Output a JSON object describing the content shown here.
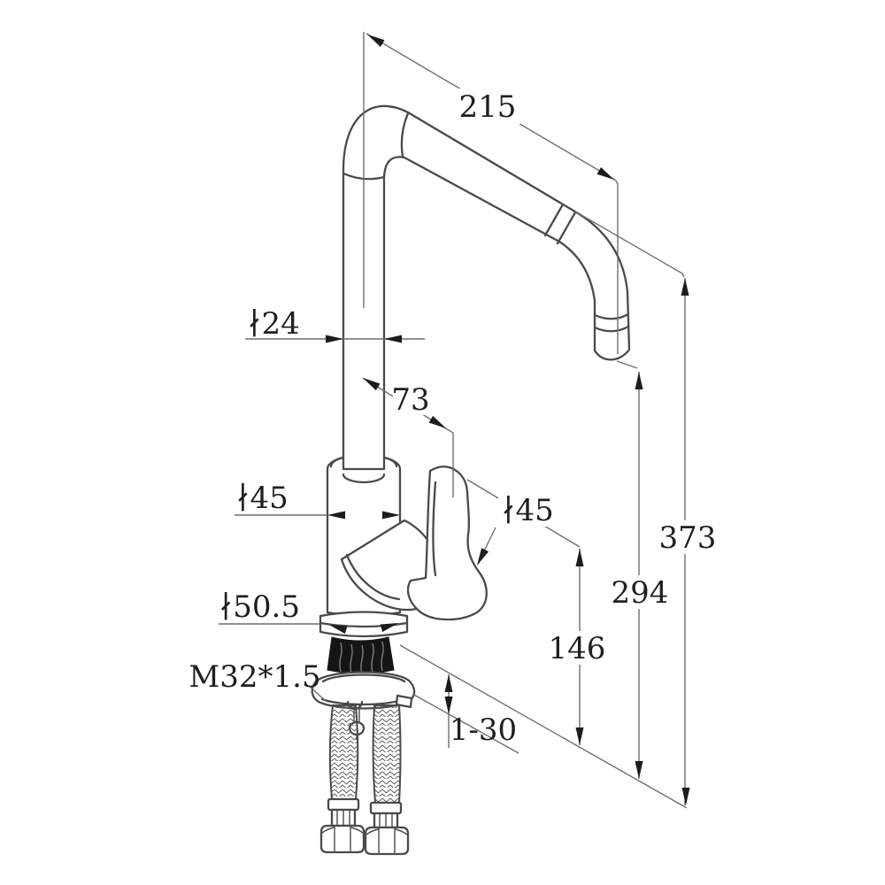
{
  "drawing": {
    "type": "technical-dimension-drawing",
    "subject": "kitchen faucet side elevation with installation hoses",
    "background": "#ffffff",
    "line_color": "#4a4a4a",
    "dimension_line_color": "#6e6e6e",
    "text_color": "#1f1f1f",
    "thread_fill_color": "#151515",
    "labels": {
      "spout_reach": "215",
      "spout_pipe_diameter": "∤24",
      "spout_offset": "73",
      "body_diameter": "∤45",
      "handle_diameter": "∤45",
      "base_flange_diameter": "∤50.5",
      "mounting_thread": "M32*1.5",
      "deck_thickness_range": "1-30",
      "height_to_handle_base": "146",
      "height_to_spout_outlet": "294",
      "total_height": "373"
    }
  }
}
